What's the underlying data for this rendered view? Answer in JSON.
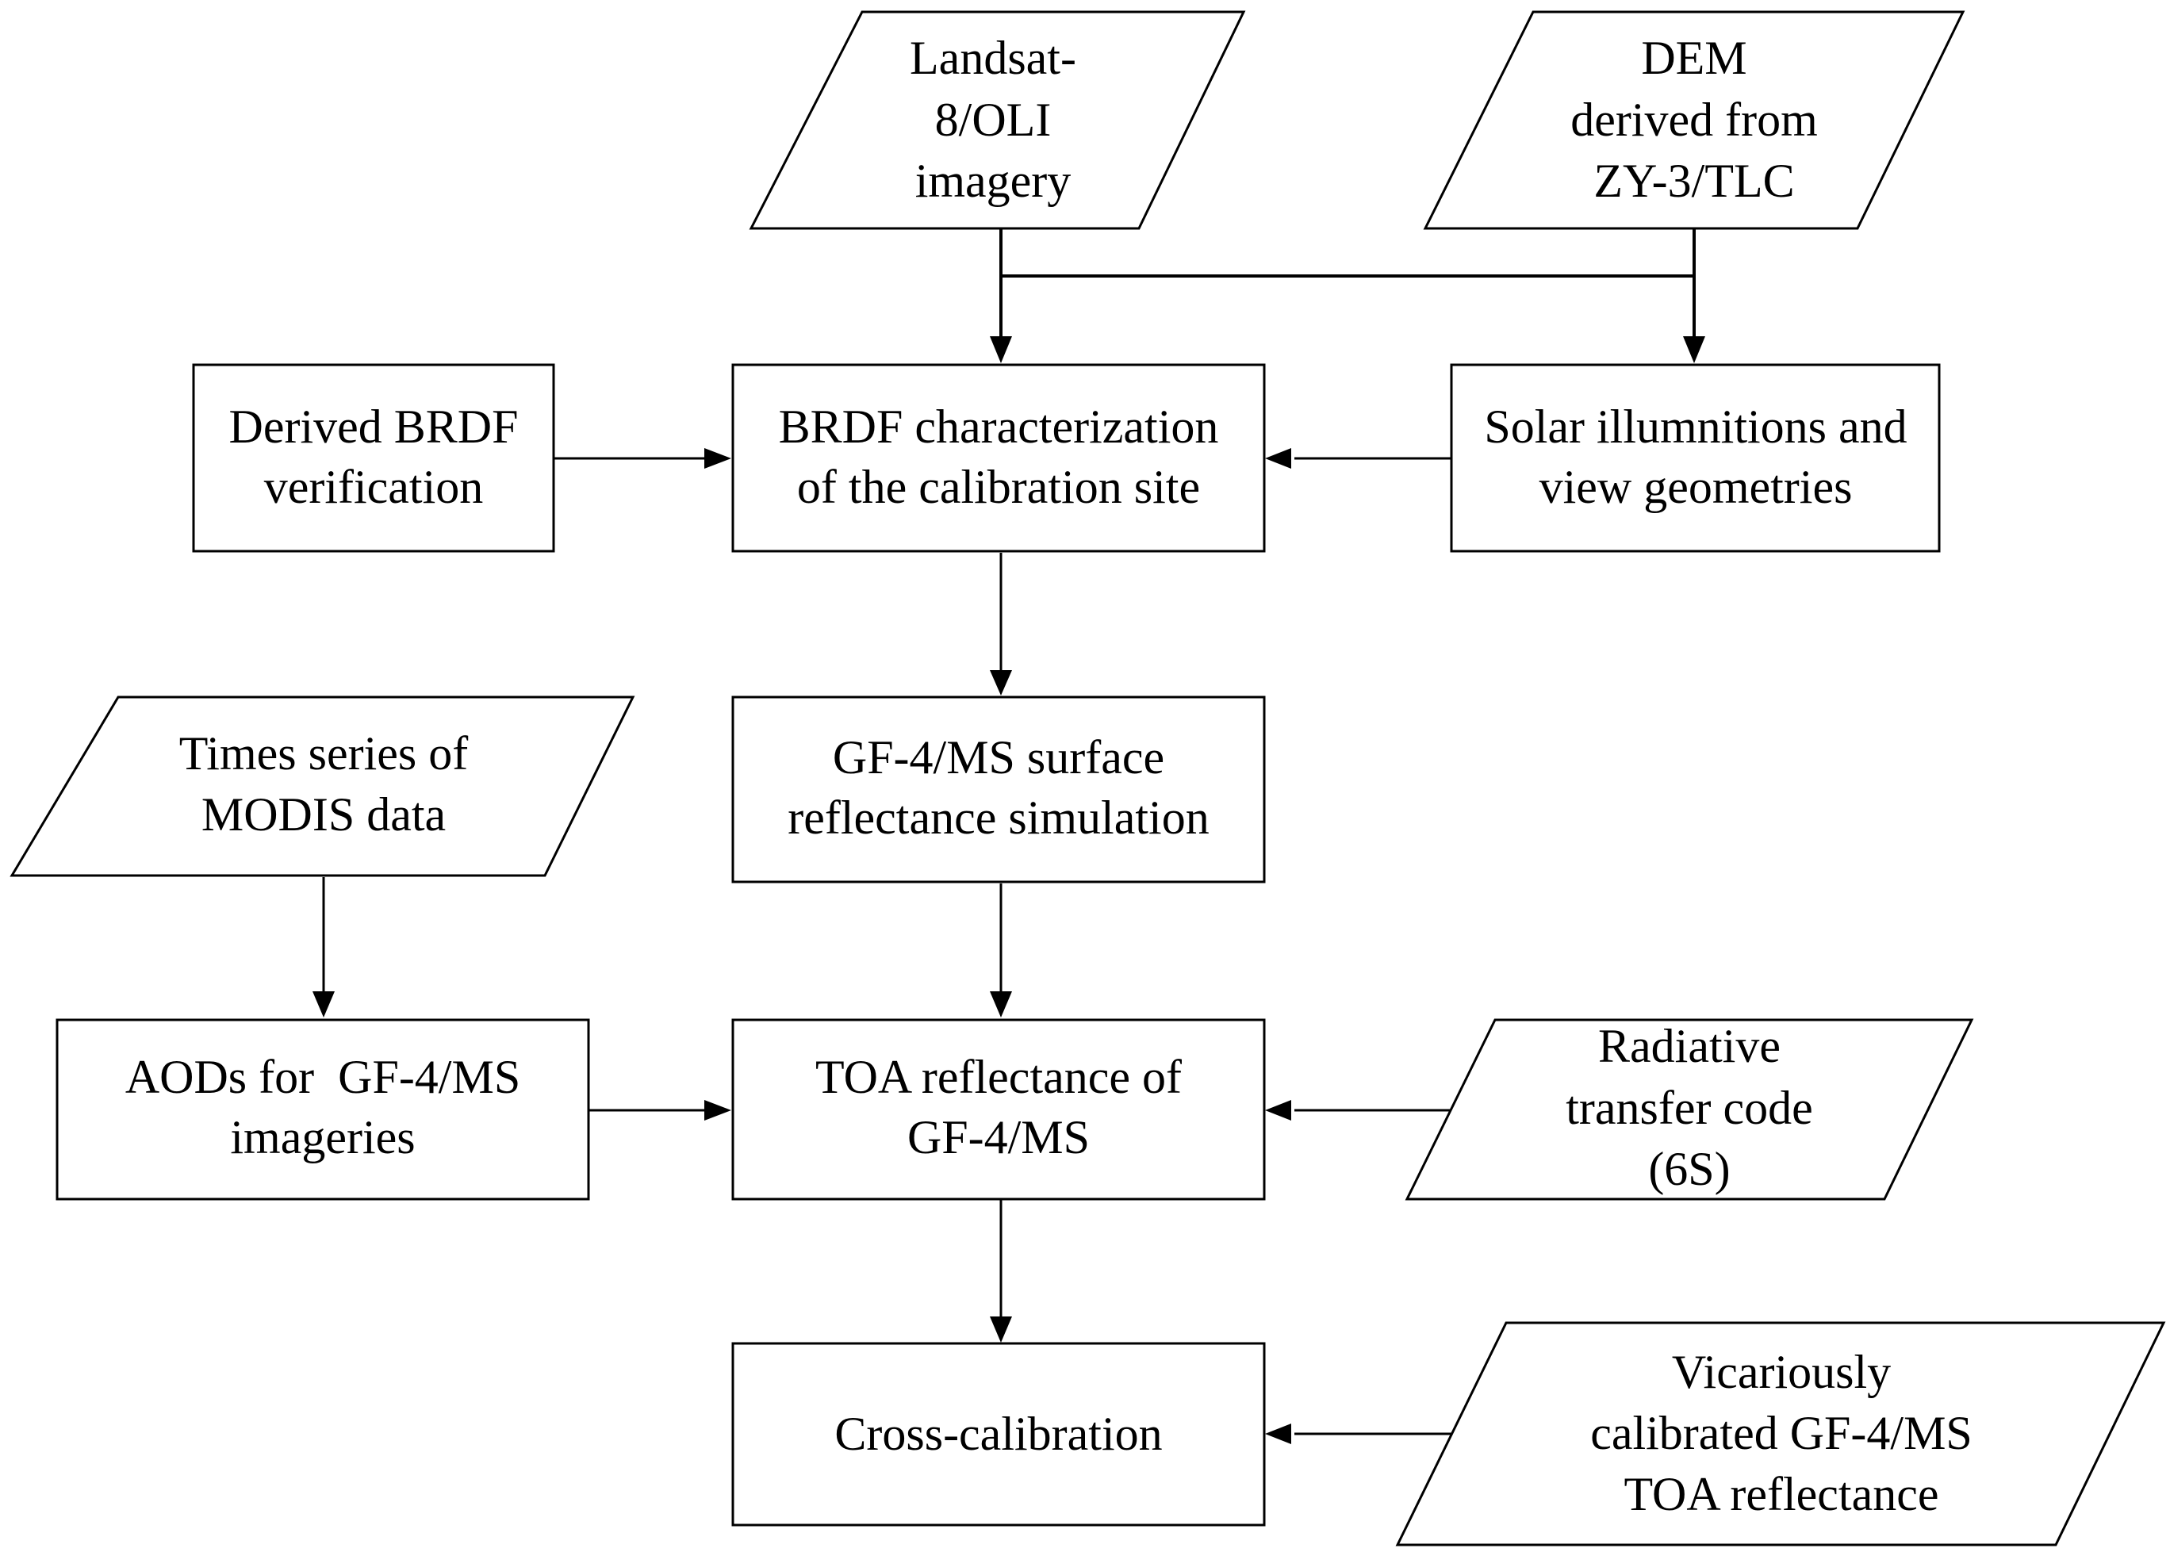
{
  "landsat": {
    "l1": "Landsat-",
    "l2": "8/OLI",
    "l3": "imagery"
  },
  "dem": {
    "l1": "DEM",
    "l2": "derived from",
    "l3": "ZY-3/TLC"
  },
  "brdf_verify": {
    "l1": "Derived BRDF",
    "l2": "verification"
  },
  "brdf_char": {
    "l1": "BRDF characterization",
    "l2": "of the calibration site"
  },
  "solar": {
    "l1": "Solar illumnitions and",
    "l2": "view geometries"
  },
  "modis": {
    "l1": "Times series of",
    "l2": "MODIS data"
  },
  "surface": {
    "l1": "GF-4/MS surface",
    "l2": "reflectance simulation"
  },
  "aod": {
    "l1": "AODs for  GF-4/MS",
    "l2": "imageries"
  },
  "toa": {
    "l1": "TOA reflectance of",
    "l2": "GF-4/MS"
  },
  "rt": {
    "l1": "Radiative",
    "l2": "transfer code",
    "l3": "(6S)"
  },
  "cross": {
    "l1": "Cross-calibration"
  },
  "vicar": {
    "l1": "Vicariously",
    "l2": "calibrated GF-4/MS",
    "l3": "TOA reflectance"
  }
}
